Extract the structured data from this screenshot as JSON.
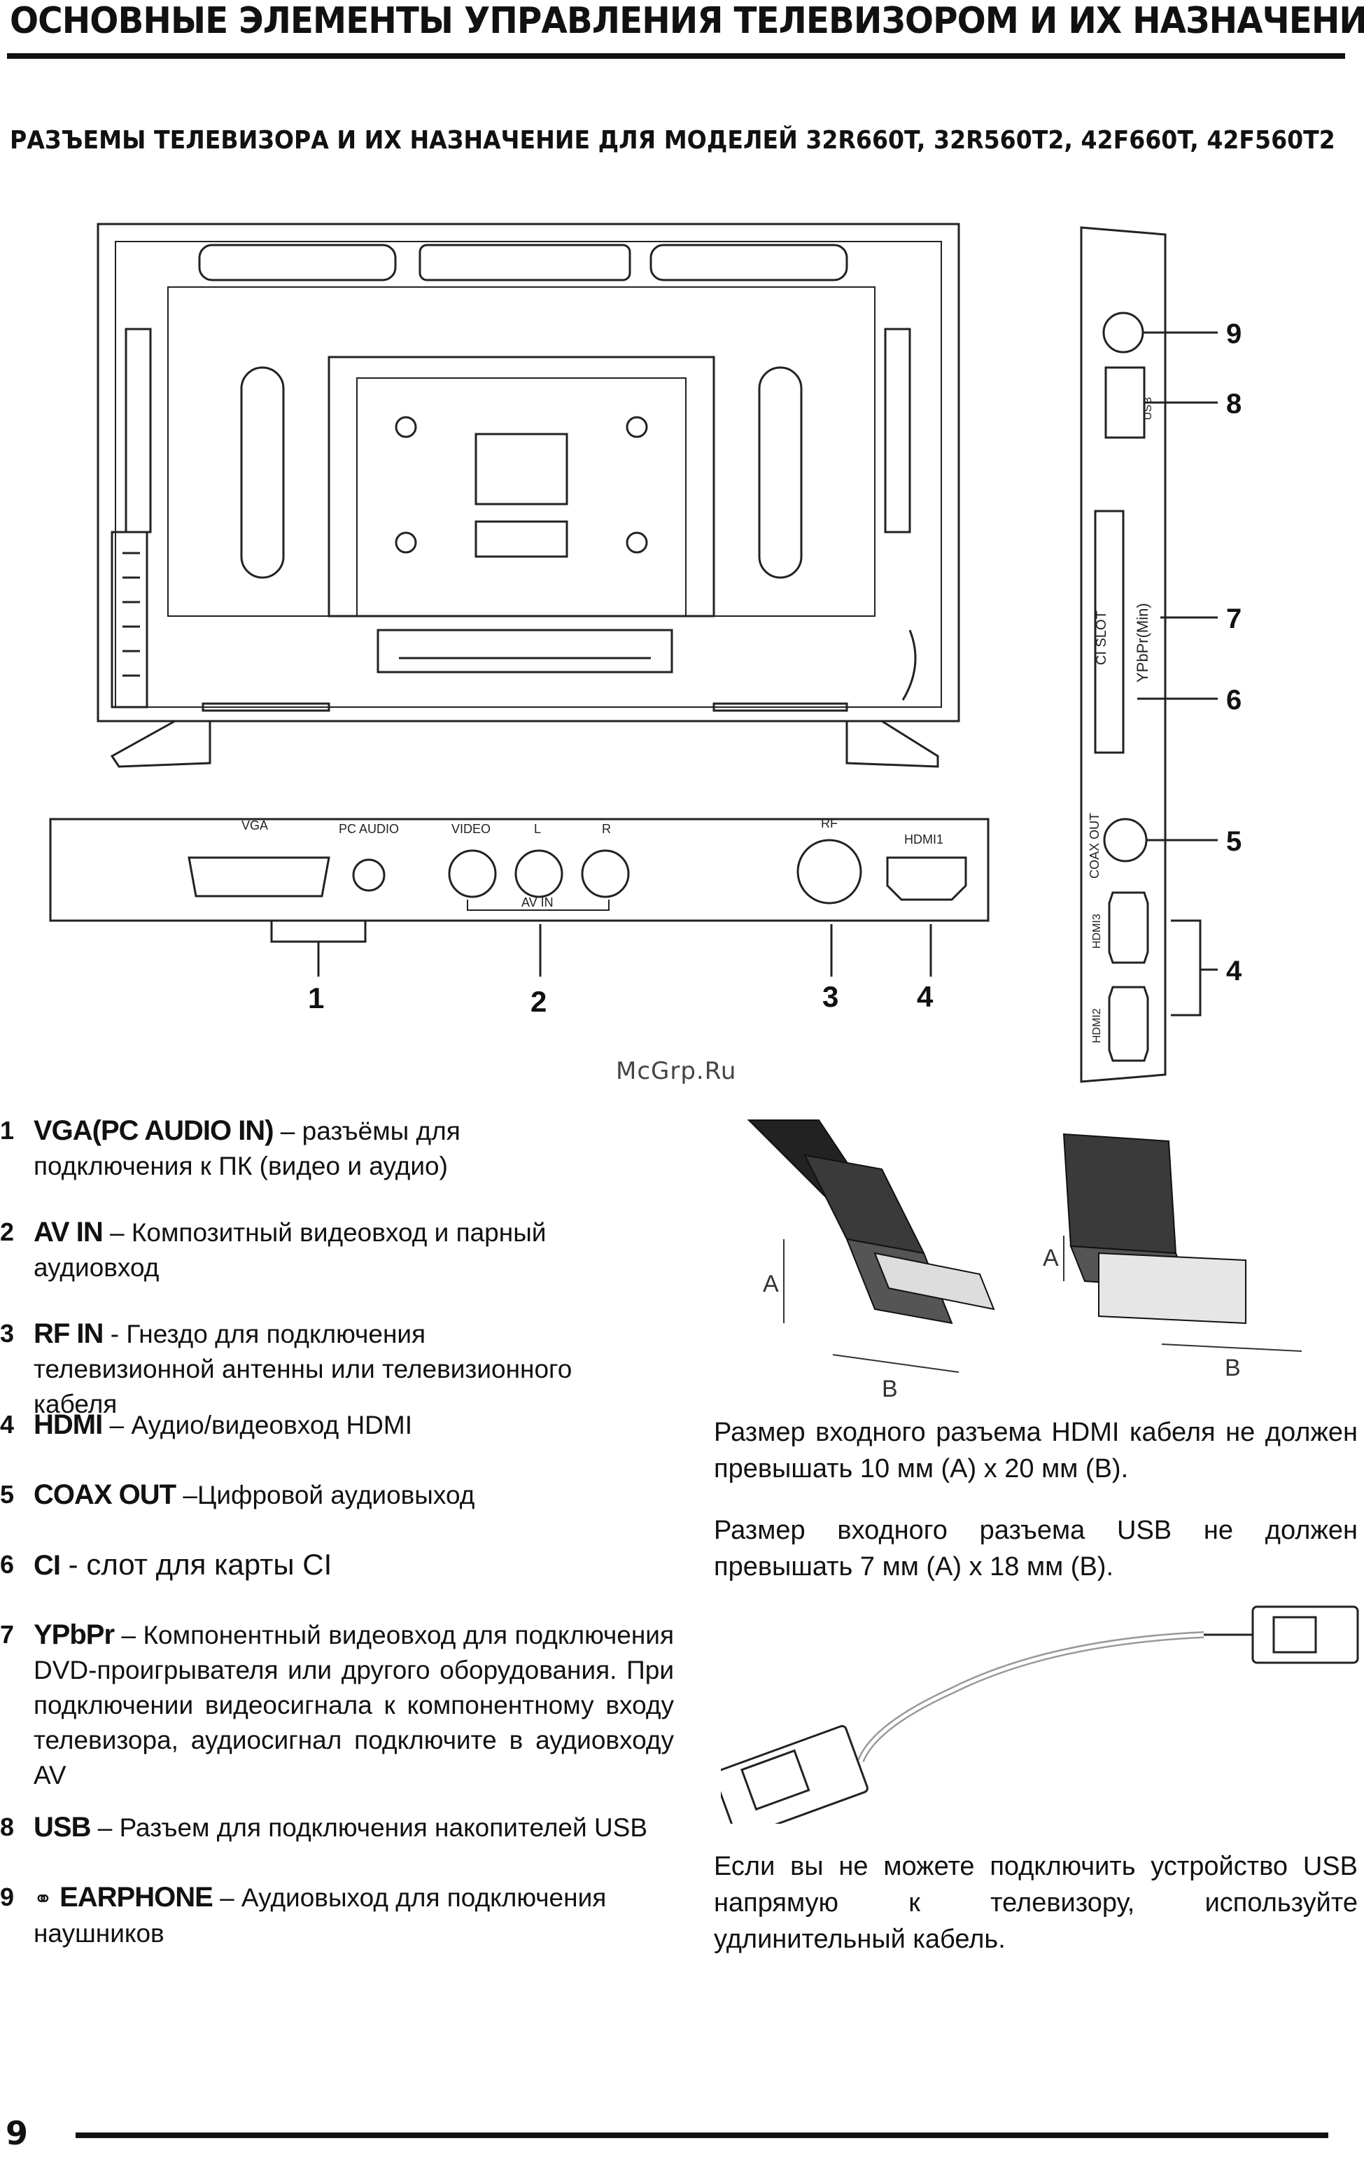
{
  "header": {
    "title": "ОСНОВНЫЕ ЭЛЕМЕНТЫ УПРАВЛЕНИЯ ТЕЛЕВИЗОРОМ И ИХ НАЗНАЧЕНИЕ",
    "subtitle": "РАЗЪЕМЫ ТЕЛЕВИЗОРА И ИХ НАЗНАЧЕНИЕ  ДЛЯ МОДЕЛЕЙ 32R660T, 32R560T2, 42F660T, 42F560T2"
  },
  "diagram": {
    "bottom_panel": {
      "vga": "VGA",
      "pc_audio": "PC AUDIO",
      "video": "VIDEO",
      "l": "L",
      "r": "R",
      "av_in": "AV IN",
      "rf": "RF",
      "hdmi1": "HDMI1"
    },
    "side_panel": {
      "usb": "USB",
      "ci_slot": "CI SLOT",
      "ypbpr": "YPbPr(Min)",
      "coax_out": "COAX OUT",
      "hdmi3": "HDMI3",
      "hdmi2": "HDMI2"
    },
    "callouts": [
      "1",
      "2",
      "3",
      "4",
      "4",
      "5",
      "6",
      "7",
      "8",
      "9"
    ]
  },
  "watermark": "McGrp.Ru",
  "items": [
    {
      "num": "1",
      "term": "VGA(PC AUDIO IN)",
      "desc": " – разъёмы для подключения к ПК (видео и аудио)"
    },
    {
      "num": "2",
      "term": "AV IN",
      "desc": " – Композитный видеовход  и  парный аудиовход"
    },
    {
      "num": "3",
      "term": "RF IN",
      "desc": " - Гнездо для подключения телевизионной антенны или телевизионного кабеля"
    },
    {
      "num": "4",
      "term": "HDMI",
      "desc": " –  Аудио/видеовход  HDMI"
    },
    {
      "num": "5",
      "term": "COAX OUT",
      "desc": " –Цифровой аудиовыход"
    },
    {
      "num": "6",
      "term": "CI",
      "desc": " - слот для карты CI"
    },
    {
      "num": "7",
      "term": "YPbPr",
      "desc": " – Компонентный видеовход для подключения DVD-проигрывателя или другого оборудования. При подключении видеосигнала к компонентному входу телевизора, аудиосигнал подключите в аудиовходу  AV"
    },
    {
      "num": "8",
      "term": "USB",
      "desc": " – Разъем для подключения накопителей USB"
    },
    {
      "num": "9",
      "term": "EARPHONE",
      "desc": " – Аудиовыход для подключения наушников"
    }
  ],
  "notes": {
    "hdmi": "Размер входного разъема HDMI кабеля не должен превышать 10 мм (А) х 20 мм (В).",
    "usb": "Размер входного разъема USB не должен превышать 7 мм (А) х 18 мм (В).",
    "cable": "Если вы не можете подключить устройство USB напрямую к телевизору, используйте удлинительный кабель."
  },
  "connector_figure": {
    "a": "A",
    "b": "B"
  },
  "page_number": "9"
}
